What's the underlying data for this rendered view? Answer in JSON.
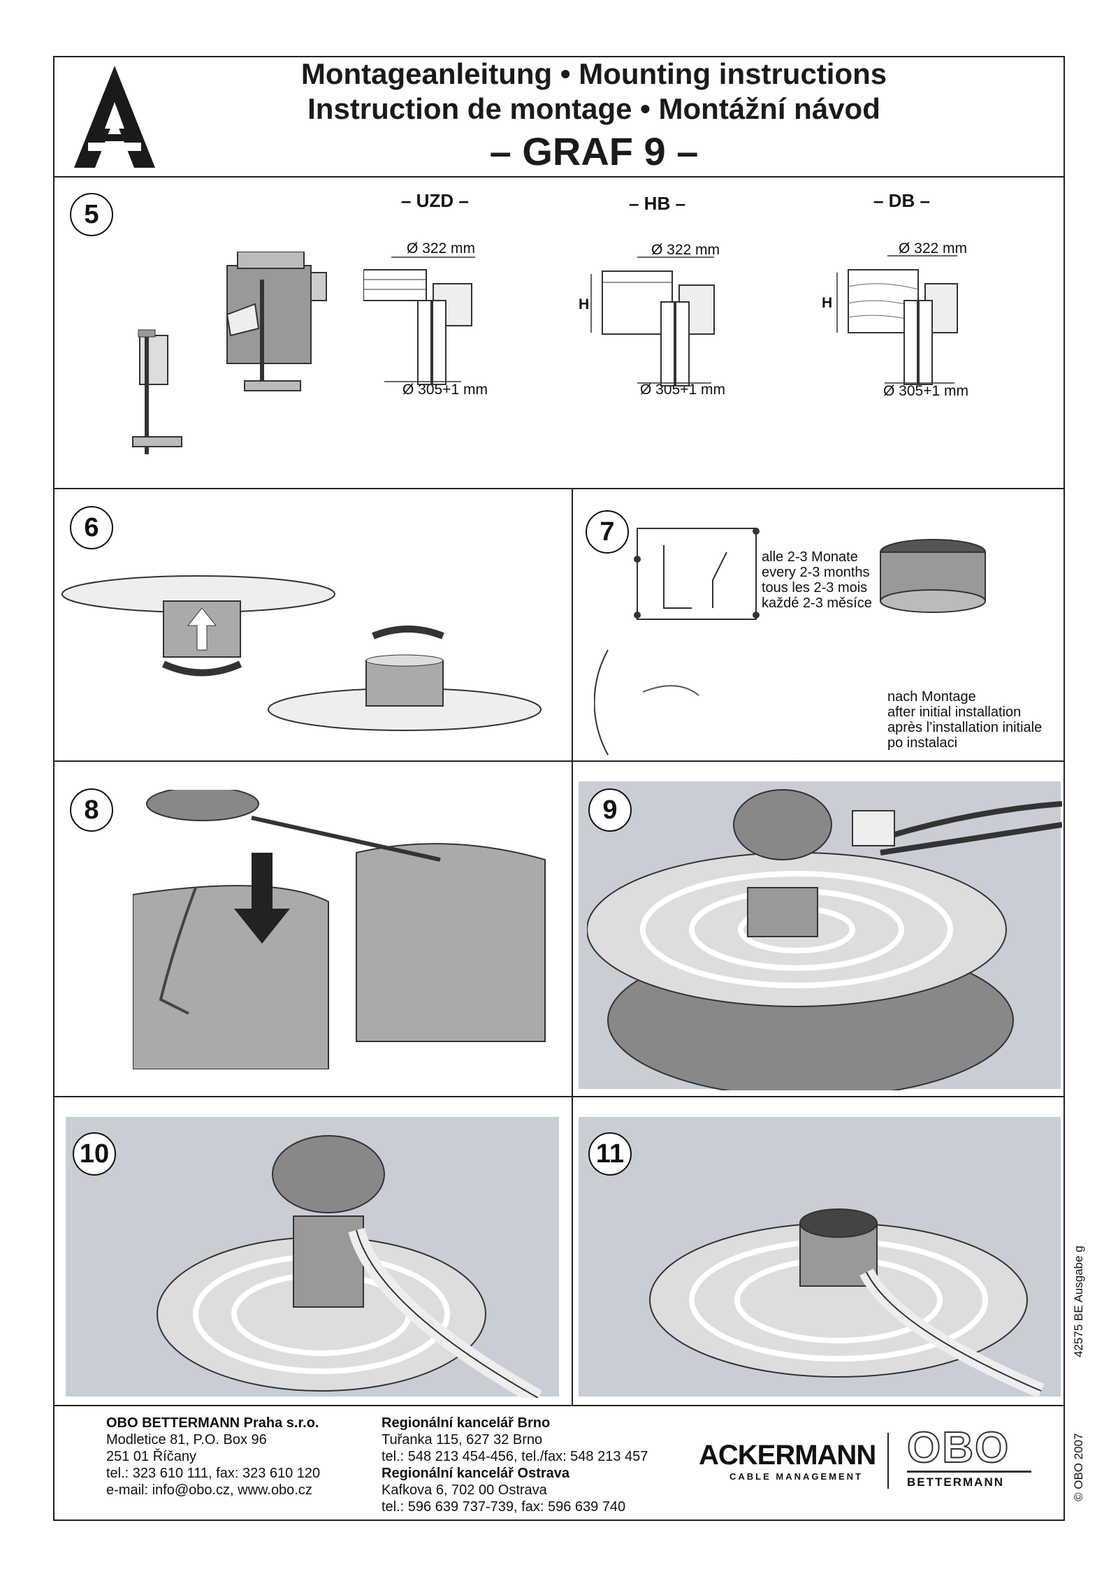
{
  "header": {
    "title_line1": "Montageanleitung • Mounting instructions",
    "title_line2": "Instruction de montage • Montážní návod",
    "title_line3": "– GRAF 9 –"
  },
  "steps": {
    "s5": "5",
    "s6": "6",
    "s7": "7",
    "s8": "8",
    "s9": "9",
    "s10": "10",
    "s11": "11"
  },
  "step5": {
    "variants": [
      {
        "name": "– UZD –",
        "top_diameter": "Ø 322 mm",
        "bottom_diameter": "Ø 305+1 mm"
      },
      {
        "name": "– HB –",
        "top_diameter": "Ø 322 mm",
        "bottom_diameter": "Ø 305+1 mm",
        "height_label": "H"
      },
      {
        "name": "– DB –",
        "top_diameter": "Ø 322 mm",
        "bottom_diameter": "Ø 305+1 mm",
        "height_label": "H"
      }
    ]
  },
  "step7": {
    "interval_lines": [
      "alle 2-3 Monate",
      "every 2-3 months",
      "tous les 2-3 mois",
      "každé 2-3 měsíce"
    ],
    "after_lines": [
      "nach Montage",
      "after initial installation",
      "après l’installation initiale",
      "po instalaci"
    ]
  },
  "footer": {
    "company": "OBO BETTERMANN Praha s.r.o.",
    "company_lines": [
      "Modletice 81, P.O. Box 96",
      "251 01 Říčany",
      "tel.: 323 610 111, fax: 323 610 120",
      "e-mail: info@obo.cz, www.obo.cz"
    ],
    "brno_title": "Regionální kancelář Brno",
    "brno_lines": [
      "Tuřanka 115, 627 32 Brno",
      "tel.: 548 213 454-456, tel./fax: 548 213 457"
    ],
    "ostrava_title": "Regionální kancelář Ostrava",
    "ostrava_lines": [
      "Kafkova 6, 702 00 Ostrava",
      "tel.: 596 639 737-739, fax: 596 639 740"
    ],
    "logo1_main": "ACKERMANN",
    "logo1_sub": "CABLE MANAGEMENT",
    "logo2_main": "OBO",
    "logo2_sub": "BETTERMANN"
  },
  "side_text": {
    "edition": "42575 BE  Ausgabe g",
    "copyright": "© OBO 2007"
  }
}
